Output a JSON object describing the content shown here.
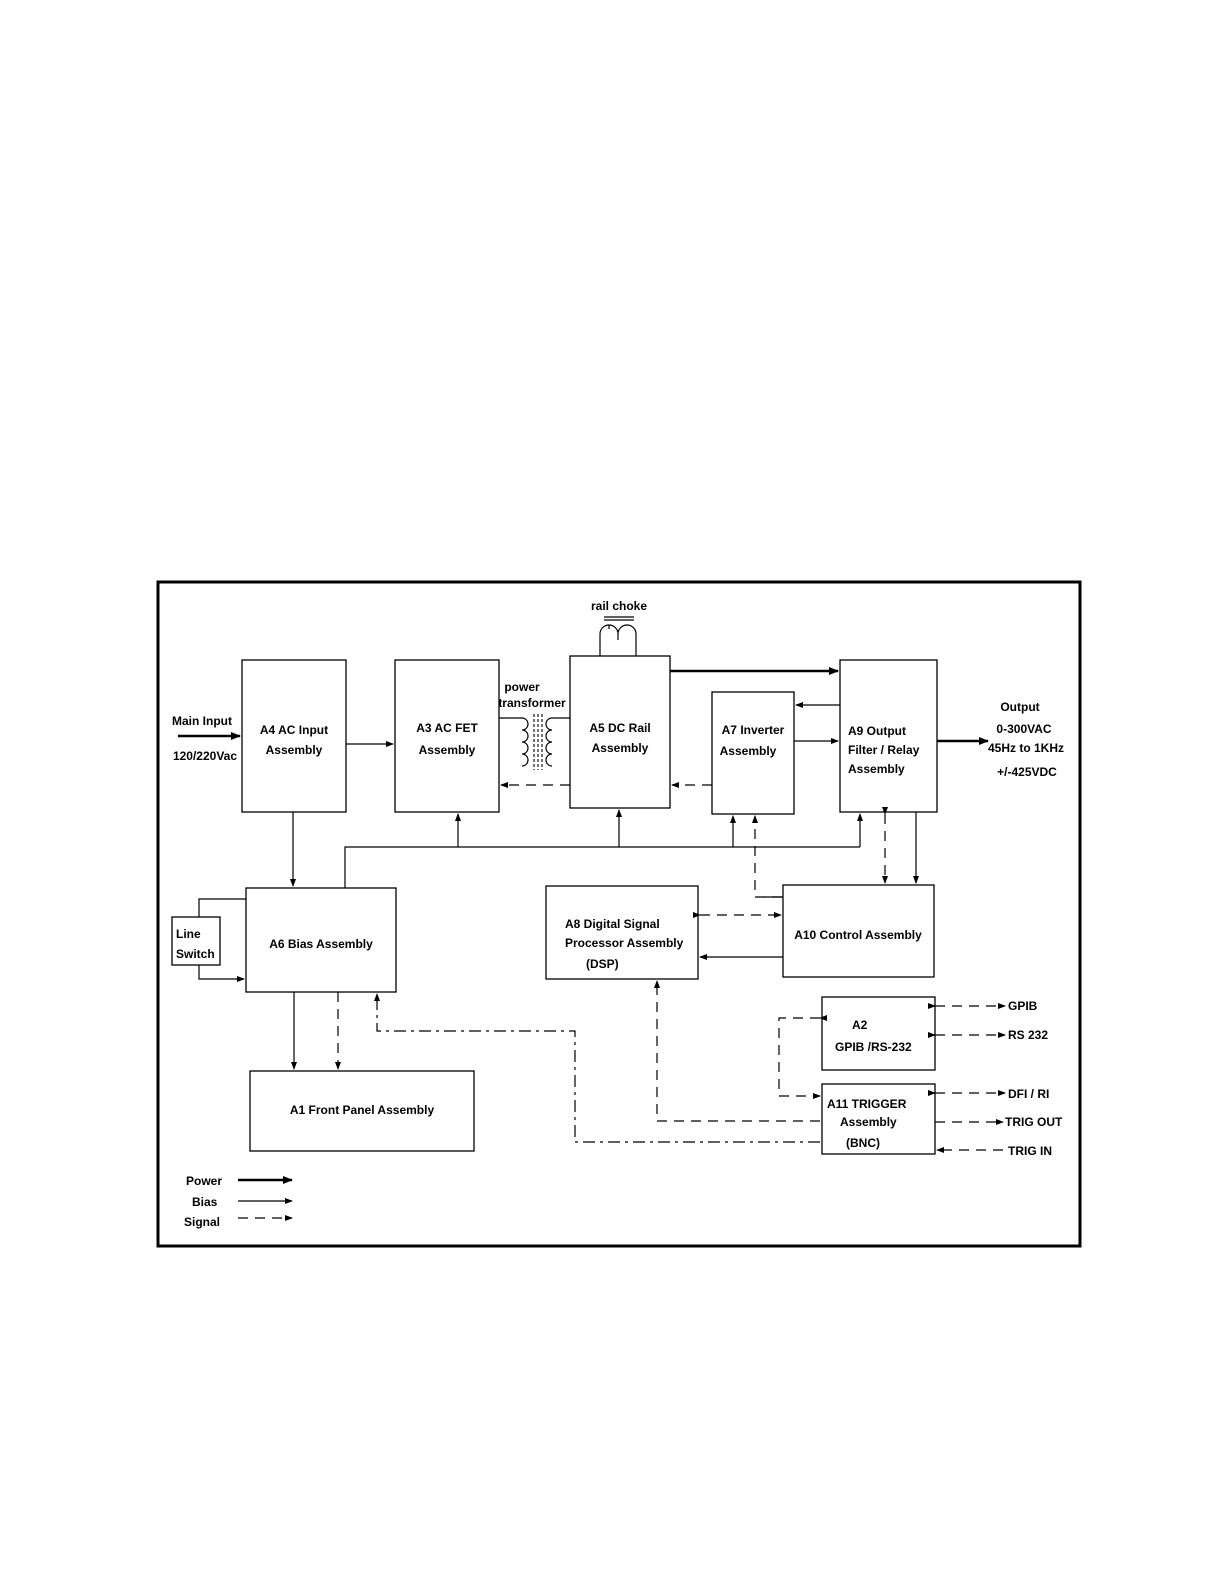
{
  "blocks": {
    "a4": {
      "line1": "A4  AC Input",
      "line2": "Assembly"
    },
    "a3": {
      "line1": "A3 AC FET",
      "line2": "Assembly"
    },
    "a5": {
      "line1": "A5  DC Rail",
      "line2": "Assembly"
    },
    "a7": {
      "line1": "A7  Inverter",
      "line2": "Assembly"
    },
    "a9": {
      "line1": "A9  Output",
      "line2": "Filter / Relay",
      "line3": "Assembly"
    },
    "a6": {
      "line1": "A6  Bias Assembly"
    },
    "line_switch": {
      "line1": "Line",
      "line2": "Switch"
    },
    "a8": {
      "line1": "A8  Digital Signal",
      "line2": "Processor Assembly",
      "line3": "(DSP)"
    },
    "a10": {
      "line1": "A10  Control Assembly"
    },
    "a2": {
      "line1": "A2",
      "line2": "GPIB /RS-232"
    },
    "a11": {
      "line1": "A11  TRIGGER",
      "line2": "Assembly",
      "line3": "(BNC)"
    },
    "a1": {
      "line1": "A1  Front Panel Assembly"
    }
  },
  "labels": {
    "rail_choke": "rail choke",
    "power_transformer_1": "power",
    "power_transformer_2": "transformer",
    "main_input": "Main Input",
    "main_input_voltage": "120/220Vac",
    "output_title": "Output",
    "output_line1": "0-300VAC",
    "output_line2": "45Hz to 1KHz",
    "output_line3": "+/-425VDC",
    "gpib": "GPIB",
    "rs232": "RS 232",
    "dfi_ri": "DFI / RI",
    "trig_out": "TRIG OUT",
    "trig_in": "TRIG IN"
  },
  "legend": {
    "power": "Power",
    "bias": "Bias",
    "signal": "Signal"
  }
}
